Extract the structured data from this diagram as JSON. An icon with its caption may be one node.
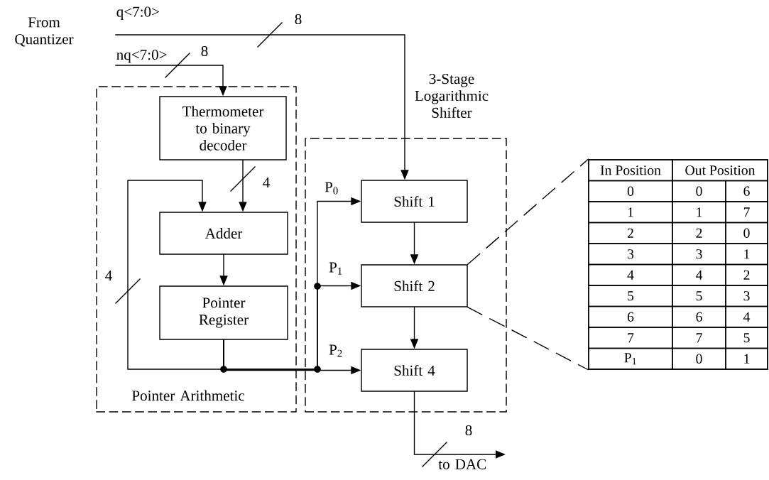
{
  "diagram": {
    "nodes": [
      {
        "text": [
          "Pointer Arithmetic"
        ]
      },
      {
        "text": [
          "Thermometer to binary decoder"
        ],
        "in": 0
      },
      {
        "text": [
          "Adder"
        ],
        "in": 0
      },
      {
        "text": [
          "Pointer Register"
        ],
        "in": 0
      },
      {
        "text": [
          "3-Stage Logarithmic Shifter"
        ]
      },
      {
        "text": [
          "Shift 1"
        ],
        "in": 4
      },
      {
        "text": [
          "Shift 2"
        ],
        "in": 4
      },
      {
        "text": [
          "Shift 4"
        ],
        "in": 4
      },
      {
        "text": [
          "q<7:0>"
        ]
      },
      {
        "text": [
          "nq<7:0>"
        ]
      },
      {
        "text": [
          "to DAC"
        ]
      },
      {
        "text": [],
        "shape": "box"
      }
    ],
    "edges": [
      {
        "from": 8,
        "to": 5,
        "arrow": "to",
        "label": "8"
      },
      {
        "from": 9,
        "to": 1,
        "arrow": "to",
        "label": "8"
      },
      {
        "from": 1,
        "to": 2,
        "arrow": "to",
        "label": "4"
      },
      {
        "from": 2,
        "to": 3,
        "arrow": "to"
      },
      {
        "from": 3,
        "to": 2,
        "arrow": "to",
        "label": "4"
      },
      {
        "from": 3,
        "to": 5,
        "arrow": "to",
        "label": "P$_{0}$"
      },
      {
        "from": 3,
        "to": 6,
        "arrow": "to",
        "label": "P$_{1}$"
      },
      {
        "from": 3,
        "to": 7,
        "arrow": "to",
        "label": "P$_{2}$"
      },
      {
        "from": 5,
        "to": 6,
        "arrow": "to"
      },
      {
        "from": 6,
        "to": 7,
        "arrow": "to"
      },
      {
        "from": 7,
        "to": 10,
        "arrow": "to",
        "label": "8"
      },
      {
        "from": 6,
        "to": 11,
        "arrow": "none",
        "style": "dashed"
      },
      {
        "from": 6,
        "to": 11,
        "arrow": "none",
        "style": "dashed"
      }
    ],
    "labels": [
      "From Quantizer",
      "In Position",
      "Out Position",
      "0",
      "0",
      "6",
      "1",
      "1",
      "7",
      "2",
      "2",
      "0",
      "3",
      "3",
      "1",
      "4",
      "4",
      "2",
      "5",
      "5",
      "3",
      "6",
      "6",
      "4",
      "7",
      "7",
      "5",
      "P$_{1}$",
      "0",
      "1"
    ]
  }
}
